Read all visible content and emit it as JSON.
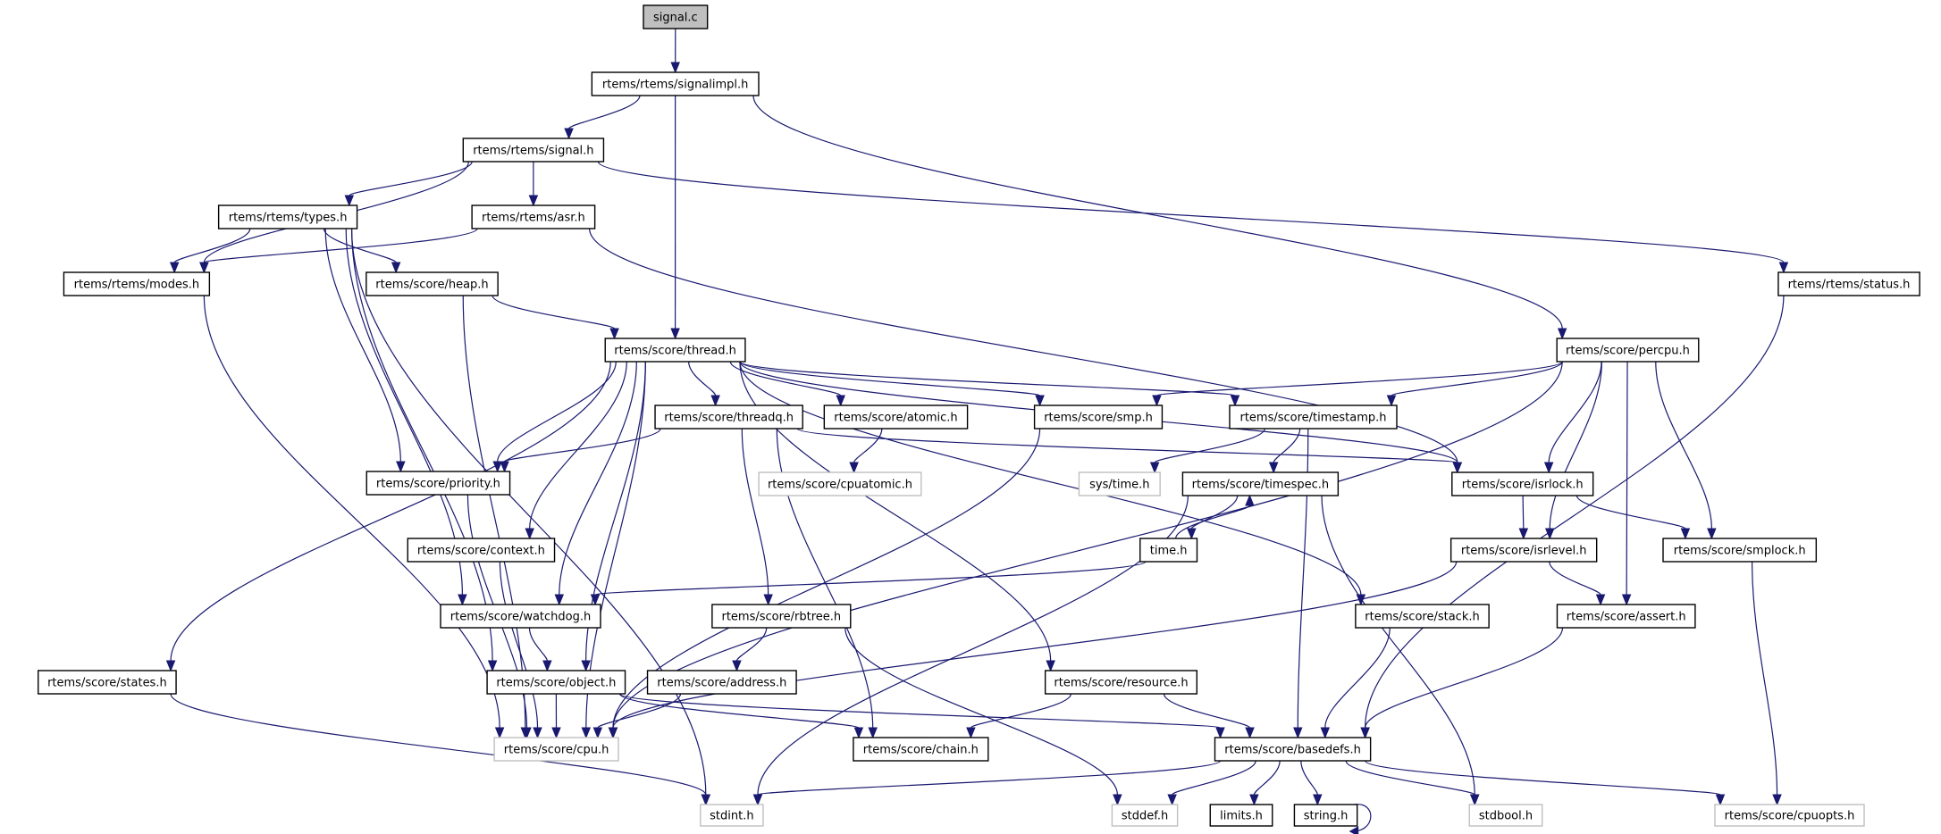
{
  "diagram": {
    "title": "signal.c include dependency graph",
    "colors": {
      "edge": "#191970",
      "root_fill": "#bfbfbf",
      "node_border": "#000000",
      "external_border": "#bfbfbf",
      "node_fill": "#ffffff"
    },
    "nodes": [
      {
        "id": "signal_c",
        "label": "signal.c",
        "kind": "root"
      },
      {
        "id": "signalimpl",
        "label": "rtems/rtems/signalimpl.h",
        "kind": "normal"
      },
      {
        "id": "signal_h",
        "label": "rtems/rtems/signal.h",
        "kind": "normal"
      },
      {
        "id": "types",
        "label": "rtems/rtems/types.h",
        "kind": "normal"
      },
      {
        "id": "asr",
        "label": "rtems/rtems/asr.h",
        "kind": "normal"
      },
      {
        "id": "status",
        "label": "rtems/rtems/status.h",
        "kind": "normal"
      },
      {
        "id": "modes",
        "label": "rtems/rtems/modes.h",
        "kind": "normal"
      },
      {
        "id": "heap",
        "label": "rtems/score/heap.h",
        "kind": "normal"
      },
      {
        "id": "thread",
        "label": "rtems/score/thread.h",
        "kind": "normal"
      },
      {
        "id": "percpu",
        "label": "rtems/score/percpu.h",
        "kind": "normal"
      },
      {
        "id": "threadq",
        "label": "rtems/score/threadq.h",
        "kind": "normal"
      },
      {
        "id": "atomic",
        "label": "rtems/score/atomic.h",
        "kind": "normal"
      },
      {
        "id": "smp",
        "label": "rtems/score/smp.h",
        "kind": "normal"
      },
      {
        "id": "timestamp",
        "label": "rtems/score/timestamp.h",
        "kind": "normal"
      },
      {
        "id": "cpuatomic",
        "label": "rtems/score/cpuatomic.h",
        "kind": "external"
      },
      {
        "id": "priority",
        "label": "rtems/score/priority.h",
        "kind": "normal"
      },
      {
        "id": "systime",
        "label": "sys/time.h",
        "kind": "external"
      },
      {
        "id": "timespec",
        "label": "rtems/score/timespec.h",
        "kind": "normal"
      },
      {
        "id": "isrlock",
        "label": "rtems/score/isrlock.h",
        "kind": "normal"
      },
      {
        "id": "context",
        "label": "rtems/score/context.h",
        "kind": "normal"
      },
      {
        "id": "time_h",
        "label": "time.h",
        "kind": "normal"
      },
      {
        "id": "isrlevel",
        "label": "rtems/score/isrlevel.h",
        "kind": "normal"
      },
      {
        "id": "smplock",
        "label": "rtems/score/smplock.h",
        "kind": "normal"
      },
      {
        "id": "watchdog",
        "label": "rtems/score/watchdog.h",
        "kind": "normal"
      },
      {
        "id": "rbtree",
        "label": "rtems/score/rbtree.h",
        "kind": "normal"
      },
      {
        "id": "stack",
        "label": "rtems/score/stack.h",
        "kind": "normal"
      },
      {
        "id": "assert",
        "label": "rtems/score/assert.h",
        "kind": "normal"
      },
      {
        "id": "states",
        "label": "rtems/score/states.h",
        "kind": "normal"
      },
      {
        "id": "object",
        "label": "rtems/score/object.h",
        "kind": "normal"
      },
      {
        "id": "address",
        "label": "rtems/score/address.h",
        "kind": "normal"
      },
      {
        "id": "resource",
        "label": "rtems/score/resource.h",
        "kind": "normal"
      },
      {
        "id": "cpu",
        "label": "rtems/score/cpu.h",
        "kind": "external"
      },
      {
        "id": "chain",
        "label": "rtems/score/chain.h",
        "kind": "normal"
      },
      {
        "id": "basedefs",
        "label": "rtems/score/basedefs.h",
        "kind": "normal"
      },
      {
        "id": "stdint",
        "label": "stdint.h",
        "kind": "external"
      },
      {
        "id": "stddef",
        "label": "stddef.h",
        "kind": "external"
      },
      {
        "id": "limits",
        "label": "limits.h",
        "kind": "normal"
      },
      {
        "id": "string",
        "label": "string.h",
        "kind": "normal"
      },
      {
        "id": "stdbool",
        "label": "stdbool.h",
        "kind": "external"
      },
      {
        "id": "cpuopts",
        "label": "rtems/score/cpuopts.h",
        "kind": "external"
      }
    ],
    "edges": [
      [
        "signal_c",
        "signalimpl"
      ],
      [
        "signalimpl",
        "signal_h"
      ],
      [
        "signalimpl",
        "thread"
      ],
      [
        "signalimpl",
        "percpu"
      ],
      [
        "signal_h",
        "types"
      ],
      [
        "signal_h",
        "asr"
      ],
      [
        "signal_h",
        "modes"
      ],
      [
        "signal_h",
        "status"
      ],
      [
        "types",
        "modes"
      ],
      [
        "types",
        "heap"
      ],
      [
        "types",
        "priority"
      ],
      [
        "types",
        "watchdog"
      ],
      [
        "types",
        "object"
      ],
      [
        "types",
        "stdint"
      ],
      [
        "asr",
        "modes"
      ],
      [
        "asr",
        "isrlock"
      ],
      [
        "status",
        "basedefs"
      ],
      [
        "modes",
        "cpu"
      ],
      [
        "heap",
        "thread"
      ],
      [
        "heap",
        "cpu"
      ],
      [
        "thread",
        "threadq"
      ],
      [
        "thread",
        "atomic"
      ],
      [
        "thread",
        "timestamp"
      ],
      [
        "thread",
        "smp"
      ],
      [
        "thread",
        "priority"
      ],
      [
        "thread",
        "context"
      ],
      [
        "thread",
        "watchdog"
      ],
      [
        "thread",
        "object"
      ],
      [
        "thread",
        "states"
      ],
      [
        "thread",
        "resource"
      ],
      [
        "thread",
        "isrlock"
      ],
      [
        "thread",
        "stack"
      ],
      [
        "thread",
        "cpu"
      ],
      [
        "percpu",
        "smp"
      ],
      [
        "percpu",
        "timestamp"
      ],
      [
        "percpu",
        "isrlock"
      ],
      [
        "percpu",
        "isrlevel"
      ],
      [
        "percpu",
        "smplock"
      ],
      [
        "percpu",
        "assert"
      ],
      [
        "percpu",
        "cpu"
      ],
      [
        "threadq",
        "priority"
      ],
      [
        "threadq",
        "rbtree"
      ],
      [
        "threadq",
        "chain"
      ],
      [
        "threadq",
        "isrlock"
      ],
      [
        "atomic",
        "cpuatomic"
      ],
      [
        "smp",
        "cpu"
      ],
      [
        "timestamp",
        "systime"
      ],
      [
        "timestamp",
        "timespec"
      ],
      [
        "timestamp",
        "basedefs"
      ],
      [
        "timespec",
        "time_h"
      ],
      [
        "timespec",
        "stdbool"
      ],
      [
        "timespec",
        "stdint"
      ],
      [
        "time_h",
        "timespec"
      ],
      [
        "time_h",
        "watchdog"
      ],
      [
        "priority",
        "cpu"
      ],
      [
        "context",
        "cpu"
      ],
      [
        "isrlock",
        "isrlevel"
      ],
      [
        "isrlock",
        "smplock"
      ],
      [
        "isrlevel",
        "assert"
      ],
      [
        "isrlevel",
        "cpu"
      ],
      [
        "smplock",
        "cpuopts"
      ],
      [
        "watchdog",
        "object"
      ],
      [
        "rbtree",
        "address"
      ],
      [
        "rbtree",
        "stddef"
      ],
      [
        "stack",
        "basedefs"
      ],
      [
        "assert",
        "basedefs"
      ],
      [
        "states",
        "stdint"
      ],
      [
        "object",
        "cpu"
      ],
      [
        "object",
        "chain"
      ],
      [
        "object",
        "basedefs"
      ],
      [
        "address",
        "cpu"
      ],
      [
        "resource",
        "chain"
      ],
      [
        "resource",
        "basedefs"
      ],
      [
        "basedefs",
        "stdint"
      ],
      [
        "basedefs",
        "stddef"
      ],
      [
        "basedefs",
        "limits"
      ],
      [
        "basedefs",
        "string"
      ],
      [
        "basedefs",
        "stdbool"
      ],
      [
        "basedefs",
        "cpuopts"
      ],
      [
        "string",
        "string"
      ]
    ]
  }
}
